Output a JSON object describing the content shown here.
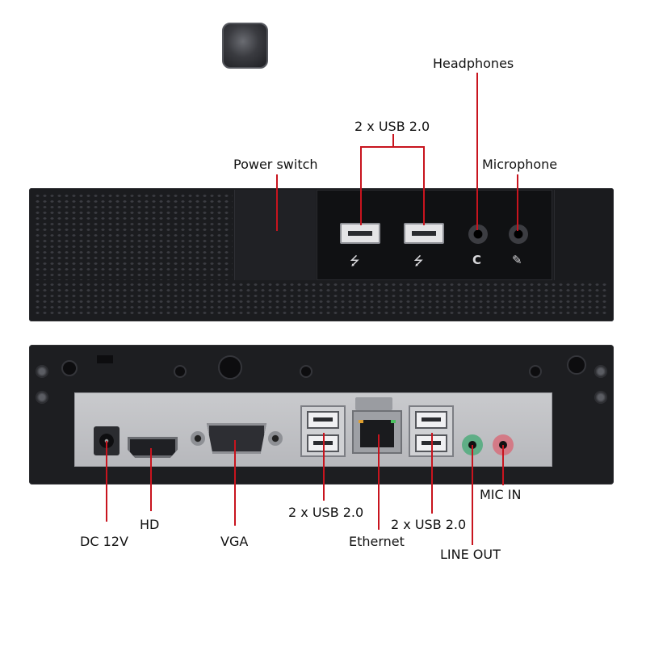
{
  "colors": {
    "leader": "#c8141e",
    "chassis": "#1b1c1f",
    "io_plate": "#c2c3c6",
    "line_out_jack": "#5fae86",
    "mic_in_jack": "#d37a86"
  },
  "front_panel": {
    "labels": {
      "headphones": "Headphones",
      "usb": "2 x USB 2.0",
      "power_switch": "Power switch",
      "microphone": "Microphone"
    },
    "icons": [
      "usb-icon",
      "usb-icon",
      "headphone-icon",
      "microphone-icon"
    ],
    "glyphs": {
      "usb": "⭍",
      "headphones": "C",
      "microphone": "✎"
    }
  },
  "rear_panel": {
    "labels": {
      "dc": "DC 12V",
      "hd": "HD",
      "vga": "VGA",
      "usb_left": "2 x USB 2.0",
      "ethernet": "Ethernet",
      "usb_right": "2 x USB 2.0",
      "mic_in": "MIC IN",
      "line_out": "LINE OUT"
    }
  }
}
